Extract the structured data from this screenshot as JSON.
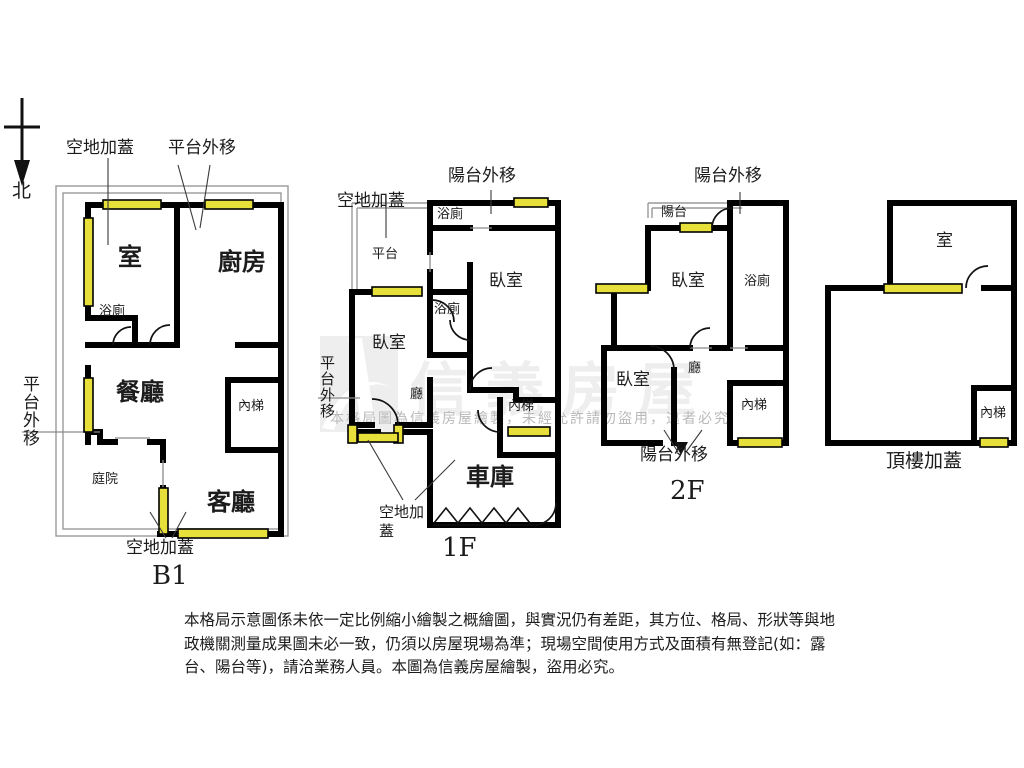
{
  "compass": {
    "label": "北",
    "direction": "down"
  },
  "watermark": {
    "brand": "信義房屋",
    "notice": "本格局圖為信義房屋繪製，未經允許請勿盜用，違者必究"
  },
  "floors": [
    {
      "id": "b1",
      "floor_label": "B1",
      "rooms": [
        {
          "name": "室",
          "label": "室"
        },
        {
          "name": "廚房",
          "label": "廚房"
        },
        {
          "name": "浴廁",
          "label": "浴廁"
        },
        {
          "name": "餐廳",
          "label": "餐廳"
        },
        {
          "name": "內梯",
          "label": "內梯"
        },
        {
          "name": "庭院",
          "label": "庭院"
        },
        {
          "name": "客廳",
          "label": "客廳"
        }
      ],
      "annotations": [
        {
          "text": "空地加蓋"
        },
        {
          "text": "平台外移"
        },
        {
          "text": "平台外移"
        },
        {
          "text": "空地加蓋"
        }
      ]
    },
    {
      "id": "1f",
      "floor_label": "1F",
      "rooms": [
        {
          "name": "平台",
          "label": "平台"
        },
        {
          "name": "浴廁",
          "label": "浴廁"
        },
        {
          "name": "臥室",
          "label": "臥室"
        },
        {
          "name": "浴廁",
          "label": "浴廁"
        },
        {
          "name": "臥室",
          "label": "臥室"
        },
        {
          "name": "廳",
          "label": "廳"
        },
        {
          "name": "內梯",
          "label": "內梯"
        },
        {
          "name": "車庫",
          "label": "車庫"
        }
      ],
      "annotations": [
        {
          "text": "空地加蓋"
        },
        {
          "text": "陽台外移"
        },
        {
          "text": "平台外移"
        },
        {
          "text": "空地加蓋"
        }
      ]
    },
    {
      "id": "2f",
      "floor_label": "2F",
      "rooms": [
        {
          "name": "陽台",
          "label": "陽台"
        },
        {
          "name": "臥室",
          "label": "臥室"
        },
        {
          "name": "浴廁",
          "label": "浴廁"
        },
        {
          "name": "臥室",
          "label": "臥室"
        },
        {
          "name": "廳",
          "label": "廳"
        },
        {
          "name": "內梯",
          "label": "內梯"
        }
      ],
      "annotations": [
        {
          "text": "陽台外移"
        },
        {
          "text": "陽台外移"
        }
      ]
    },
    {
      "id": "rooftop",
      "floor_label": "頂樓加蓋",
      "rooms": [
        {
          "name": "室",
          "label": "室"
        },
        {
          "name": "內梯",
          "label": "內梯"
        }
      ],
      "annotations": []
    }
  ],
  "disclaimer": "本格局示意圖係未依一定比例縮小繪製之概繪圖，與實況仍有差距，其方位、格局、形狀等與地政機關測量成果圖未必一致，仍須以房屋現場為準；現場空間使用方式及面積有無登記(如：露台、陽台等)，請洽業務人員。本圖為信義房屋繪製，盜用必究。",
  "colors": {
    "wall": "#000000",
    "thin_line": "#8a8a8a",
    "window_fill": "#e8e03a",
    "background": "#ffffff",
    "text": "#1c1c1c",
    "watermark": "#c9c9c9"
  }
}
